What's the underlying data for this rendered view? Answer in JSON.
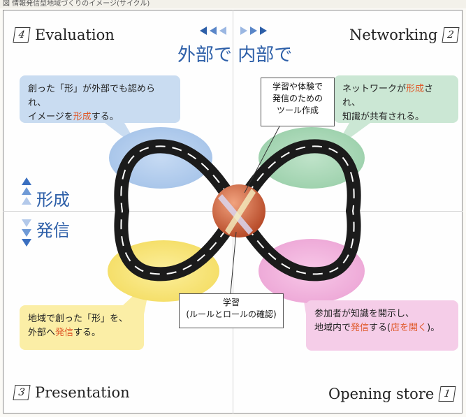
{
  "top_caption": "図 情報発信型地域づくりのイメージ(サイクル)",
  "corners": {
    "evaluation": {
      "num": "4",
      "label": "Evaluation"
    },
    "networking": {
      "num": "2",
      "label": "Networking"
    },
    "presentation": {
      "num": "3",
      "label": "Presentation"
    },
    "opening_store": {
      "num": "1",
      "label": "Opening store"
    }
  },
  "heading": "外部で 内部で",
  "side_labels": {
    "top": "形成",
    "bottom": "発信"
  },
  "bubbles": {
    "top_left": {
      "line1": "創った「形」が外部でも認められ、",
      "line2_a": "イメージを",
      "line2_hl": "形成",
      "line2_b": "する。"
    },
    "top_right": {
      "line1_a": "ネットワークが",
      "line1_hl": "形成",
      "line1_b": "され、",
      "line2": "知識が共有される。"
    },
    "bottom_left": {
      "line1": "地域で創った「形」を、",
      "line2_a": "外部へ",
      "line2_hl": "発信",
      "line2_b": "する。"
    },
    "bottom_right": {
      "line1": "参加者が知識を開示し、",
      "line2_a": "地域内で",
      "line2_hl": "発信",
      "line2_b": "する(",
      "line2_hl2": "店を開く",
      "line2_c": ")。"
    }
  },
  "center_top": [
    "学習や体験で",
    "発信のための",
    "ツール作成"
  ],
  "center_bottom": [
    "学習",
    "(ルールとロールの確認)"
  ],
  "colors": {
    "accent_blue": "#2d5fa8",
    "highlight": "#e05a2b",
    "blue_zone": "#c9dcf1",
    "green_zone": "#cbe7d4",
    "yellow_zone": "#fbeea6",
    "pink_zone": "#f5cde8"
  }
}
